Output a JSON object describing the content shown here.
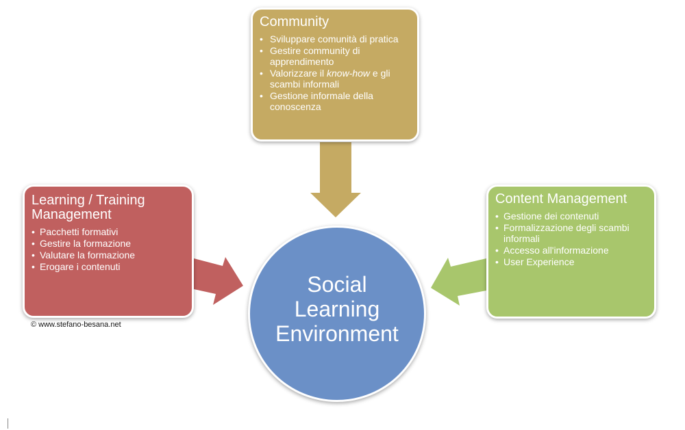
{
  "diagram": {
    "center": {
      "label": "Social\nLearning\nEnvironment",
      "color": "#6b90c7"
    },
    "community": {
      "title": "Community",
      "color": "#c5aa63",
      "items": [
        "Sviluppare comunità di pratica",
        "Gestire community di apprendimento",
        "Valorizzare il ",
        "Gestione informale della conoscenza"
      ],
      "item3_italic": "know-how",
      "item3_rest": " e gli scambi informali"
    },
    "learning": {
      "title": "Learning / Training Management",
      "color": "#c0605f",
      "items": [
        "Pacchetti formativi",
        "Gestire la formazione",
        "Valutare la formazione",
        "Erogare i contenuti"
      ]
    },
    "content": {
      "title": "Content Management",
      "color": "#a8c66c",
      "items": [
        "Gestione dei contenuti",
        "Formalizzazione degli scambi informali",
        "Accesso all'informazione",
        "User Experience"
      ]
    },
    "copyright": "© www.stefano-besana.net"
  }
}
